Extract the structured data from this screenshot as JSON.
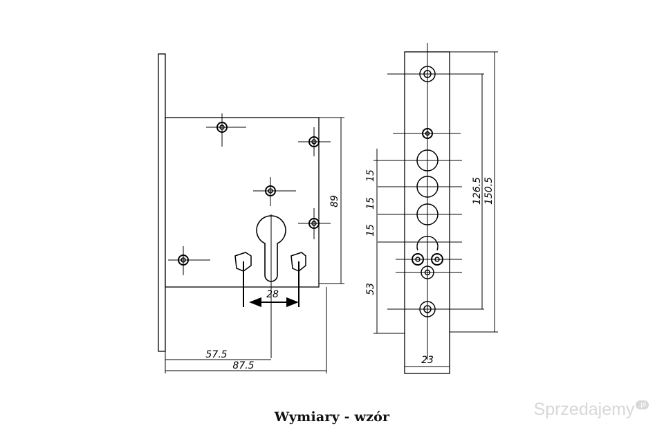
{
  "dimensions": {
    "height_body": "89",
    "backset": "57.5",
    "width_total": "87.5",
    "cyl_gap": "28",
    "spacing_1": "15",
    "spacing_2": "15",
    "spacing_3": "15",
    "lower": "53",
    "faceplate_width": "23",
    "hole_span": "126.5",
    "faceplate_length": "150.5"
  },
  "caption": "Wymiary  - wzór",
  "watermark": {
    "text": "Sprzedajemy",
    "badge": ".pl"
  }
}
